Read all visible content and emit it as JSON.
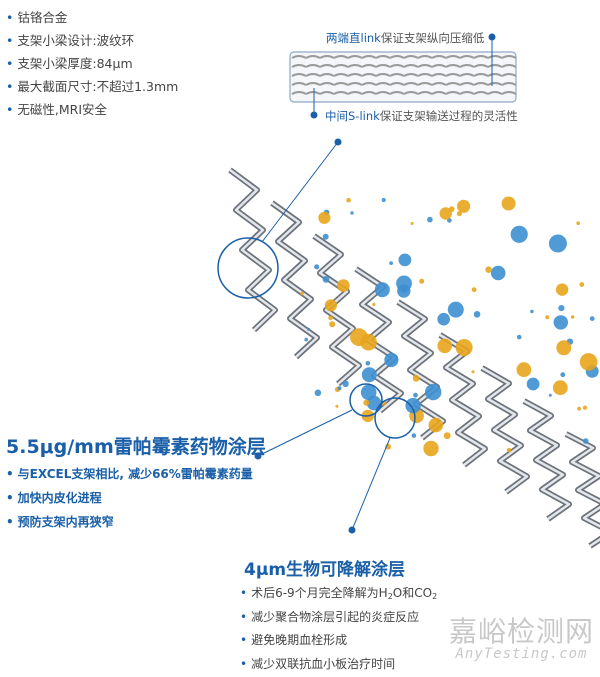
{
  "specs": [
    "钴铬合金",
    "支架小梁设计:波纹环",
    "支架小梁厚度:84μm",
    "最大截面尺寸:不超过1.3mm",
    "无磁性,MRI安全"
  ],
  "links": {
    "top": {
      "highlight": "两端直link",
      "rest": "保证支架纵向压缩低"
    },
    "bottom": {
      "highlight": "中间S-link",
      "rest": "保证支架输送过程的灵活性"
    }
  },
  "drug_coating": {
    "title": "5.5μg/mm雷帕霉素药物涂层",
    "items": [
      "与EXCEL支架相比, 减少66%雷帕霉素药量",
      "加快内皮化进程",
      "预防支架内再狭窄"
    ]
  },
  "bio_coating": {
    "title": "4μm生物可降解涂层",
    "items": [
      "术后6-9个月完全降解为H",
      "2",
      "O和CO",
      "2",
      "减少聚合物涂层引起的炎症反应",
      "避免晚期血栓形成",
      "减少双联抗血小板治疗时间"
    ]
  },
  "watermark": {
    "cn": "嘉峪检测网",
    "en": "AnyTesting.com"
  },
  "colors": {
    "accent": "#1a5fa8",
    "gold": "#e8a51c",
    "blue_sphere": "#3d8fd1"
  }
}
